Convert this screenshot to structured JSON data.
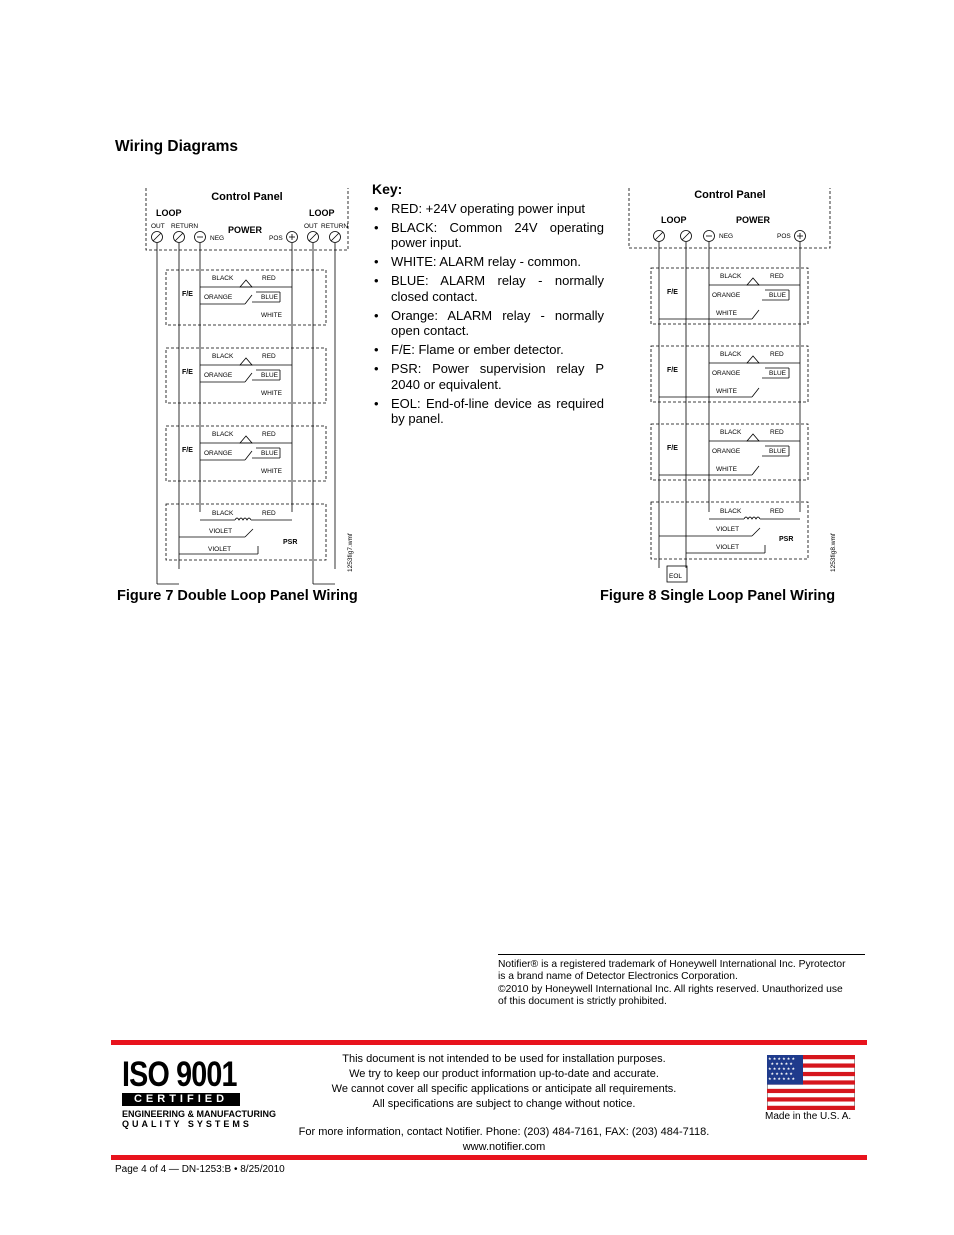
{
  "section_title": "Wiring Diagrams",
  "key": {
    "title": "Key:",
    "items": [
      "RED: +24V operating power input",
      "BLACK: Common 24V operating power input.",
      "WHITE: ALARM relay - common.",
      "BLUE: ALARM relay - normally closed contact.",
      "Orange: ALARM relay - normally open contact.",
      "F/E: Flame or ember detector.",
      "PSR: Power supervision relay P 2040 or equivalent.",
      "EOL: End-of-line device as required by panel."
    ]
  },
  "figure7": {
    "caption": "Figure 7 Double Loop Panel Wiring",
    "panel_title": "Control Panel",
    "loop_label": "LOOP",
    "power_label": "POWER",
    "out_label": "OUT",
    "return_label": "RETURN",
    "neg_label": "NEG",
    "pos_label": "POS",
    "detector_label": "F/E",
    "black": "BLACK",
    "red": "RED",
    "orange": "ORANGE",
    "blue": "BLUE",
    "white": "WHITE",
    "violet": "VIOLET",
    "psr_label": "PSR",
    "file_id": "1253fig7.wmf"
  },
  "figure8": {
    "caption": "Figure 8 Single Loop Panel Wiring",
    "panel_title": "Control Panel",
    "loop_label": "LOOP",
    "power_label": "POWER",
    "neg_label": "NEG",
    "pos_label": "POS",
    "detector_label": "F/E",
    "black": "BLACK",
    "red": "RED",
    "orange": "ORANGE",
    "blue": "BLUE",
    "white": "WHITE",
    "violet": "VIOLET",
    "psr_label": "PSR",
    "eol_label": "EOL",
    "file_id": "1253fig8.wmf"
  },
  "trademark": {
    "lines": [
      "Notifier® is a registered trademark of Honeywell International Inc. Pyrotector",
      "is a brand name of Detector Electronics Corporation.",
      "©2010 by Honeywell International Inc. All rights reserved. Unauthorized use",
      "of this document is strictly prohibited."
    ]
  },
  "iso": {
    "number": "ISO 9001",
    "certified": "CERTIFIED",
    "line1": "ENGINEERING & MANUFACTURING",
    "line2": "QUALITY SYSTEMS"
  },
  "disclaimer": {
    "line1": "This document is not intended to be used for installation purposes.",
    "line2": "We try to keep our product information up-to-date and accurate.",
    "line3": "We cannot cover all specific applications or anticipate all requirements.",
    "line4": "All specifications are subject to change without notice.",
    "contact": "For more information, contact Notifier. Phone: (203) 484-7161, FAX: (203) 484-7118.",
    "website": "www.notifier.com"
  },
  "made_in": "Made in the U.S. A.",
  "footer": "Page 4 of 4 — DN-1253:B • 8/25/2010",
  "colors": {
    "accent_red": "#e8131d",
    "flag_blue": "#1f3b8c",
    "flag_red": "#d6161d"
  }
}
